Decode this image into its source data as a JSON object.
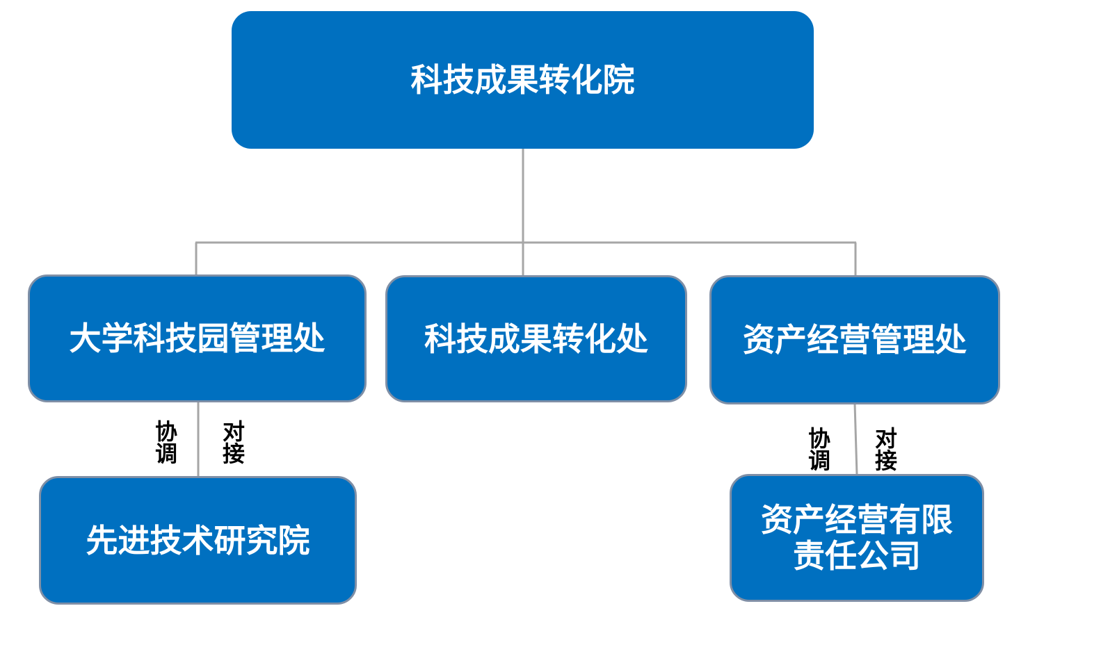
{
  "colors": {
    "box_fill": "#0070C0",
    "box_border": "#7F8FA6",
    "connector": "#A6A6A6",
    "box_text": "#FFFFFF",
    "label_text": "#000000"
  },
  "nodes": {
    "root": {
      "label": "科技成果转化院"
    },
    "park_office": {
      "label": "大学科技园管理处"
    },
    "transfer_office": {
      "label": "科技成果转化处"
    },
    "asset_office": {
      "label": "资产经营管理处"
    },
    "research_institute": {
      "label": "先进技术研究院"
    },
    "asset_company": {
      "label_line1": "资产经营有限",
      "label_line2": "责任公司"
    }
  },
  "edge_labels": {
    "left": {
      "coordinate": "协调",
      "connect": "对接"
    },
    "right": {
      "coordinate": "协调",
      "connect": "对接"
    }
  }
}
